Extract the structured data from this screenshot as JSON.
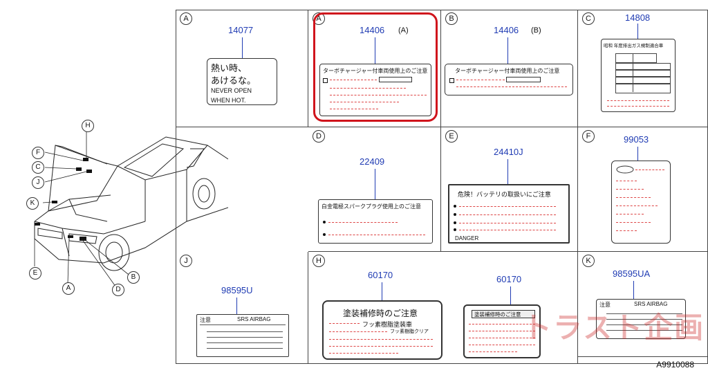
{
  "diagram_id": "A9910088",
  "watermark": "トラスト企画",
  "labels": {
    "A": {
      "part_no": "14077",
      "lines": [
        "熱い時、",
        "あけるな。",
        "NEVER  OPEN",
        "WHEN  HOT."
      ]
    },
    "A2": {
      "part_no": "14406",
      "variant": "(A)",
      "header": "ターボチャージャー付車両使用上のご注意"
    },
    "B": {
      "part_no": "14406",
      "variant": "(B)",
      "header": "ターボチャージャー付車両使用上のご注意"
    },
    "C": {
      "part_no": "14808",
      "header": "昭和   年度排出ガス規制適合車"
    },
    "D": {
      "part_no": "22409",
      "header": "白金電極スパークプラグ使用上のご注意"
    },
    "E": {
      "part_no": "24410J",
      "header": "危険！バッテリの取扱いにご注意",
      "footer": "DANGER"
    },
    "F": {
      "part_no": "99053"
    },
    "J": {
      "part_no": "98595U",
      "header_left": "注意",
      "header_right": "SRS   AIRBAG"
    },
    "H": {
      "part_no": "60170",
      "title": "塗装補修時のご注意",
      "sub1": "フッ素樹脂塗装車",
      "sub2": "フッ素樹脂クリア"
    },
    "H2": {
      "part_no": "60170",
      "title": "塗装補修時のご注意"
    },
    "K": {
      "part_no": "98595UA",
      "header_left": "注意",
      "header_right": "SRS   AIRBAG"
    }
  },
  "cell_letters": {
    "A": "A",
    "A2": "A",
    "B": "B",
    "C": "C",
    "D": "D",
    "E": "E",
    "F": "F",
    "J": "J",
    "H": "H",
    "K": "K"
  },
  "car_callouts": [
    "H",
    "F",
    "C",
    "J",
    "K",
    "E",
    "A",
    "D",
    "B"
  ],
  "colors": {
    "accent_blue": "#1f3bb3",
    "highlight_red": "#d0141c",
    "dash_red": "#dd4444"
  }
}
